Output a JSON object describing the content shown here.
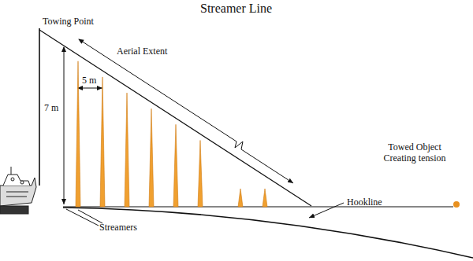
{
  "diagram": {
    "title": "Streamer Line",
    "labels": [
      "Towing Point",
      "Aerial Extent",
      "7 m",
      "5 m",
      "Towed Object Creating tension",
      "Streamers",
      "Hookline"
    ]
  }
}
